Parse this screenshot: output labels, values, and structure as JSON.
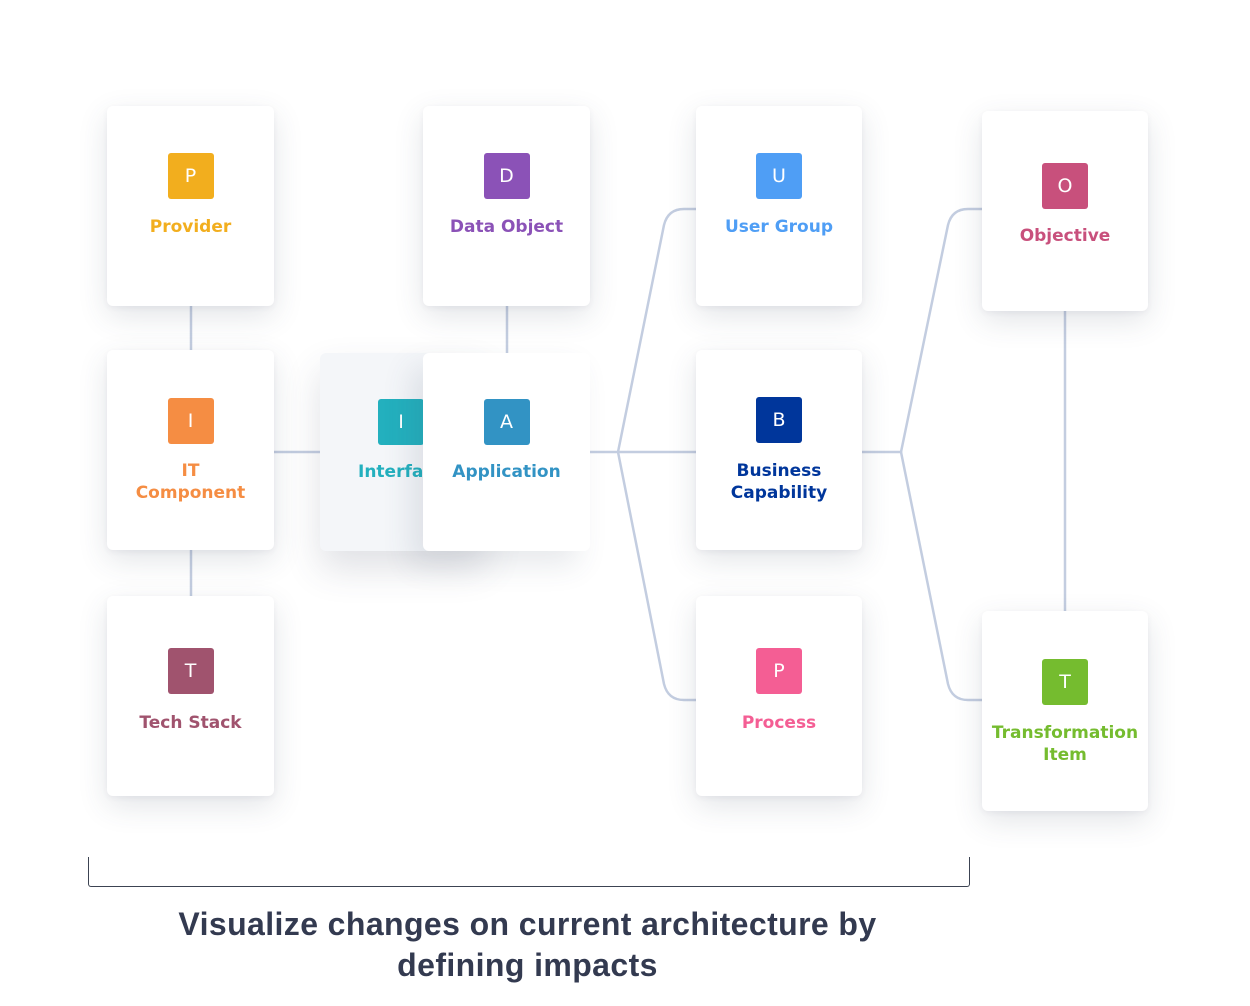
{
  "nodes": {
    "provider": {
      "badge": "P",
      "label": [
        "Provider"
      ],
      "color": "#f2ae1e"
    },
    "data_object": {
      "badge": "D",
      "label": [
        "Data Object"
      ],
      "color": "#8b52b7"
    },
    "user_group": {
      "badge": "U",
      "label": [
        "User Group"
      ],
      "color": "#4f9ef5"
    },
    "objective": {
      "badge": "O",
      "label": [
        "Objective"
      ],
      "color": "#c8507c"
    },
    "it_component": {
      "badge": "I",
      "label": [
        "IT",
        "Component"
      ],
      "color": "#f58d43"
    },
    "interface": {
      "badge": "I",
      "label": [
        "Interfa"
      ],
      "color": "#23b0be"
    },
    "application": {
      "badge": "A",
      "label": [
        "Application"
      ],
      "color": "#3293c4"
    },
    "business_capability": {
      "badge": "B",
      "label": [
        "Business",
        "Capability"
      ],
      "color": "#00369b"
    },
    "tech_stack": {
      "badge": "T",
      "label": [
        "Tech Stack"
      ],
      "color": "#a0536e"
    },
    "process": {
      "badge": "P",
      "label": [
        "Process"
      ],
      "color": "#f45e94"
    },
    "transformation_item": {
      "badge": "T",
      "label": [
        "Transformation",
        "Item"
      ],
      "color": "#75bc2f"
    }
  },
  "connector_color": "#c3cde0",
  "caption": [
    "Visualize changes on current architecture by",
    "defining impacts"
  ]
}
